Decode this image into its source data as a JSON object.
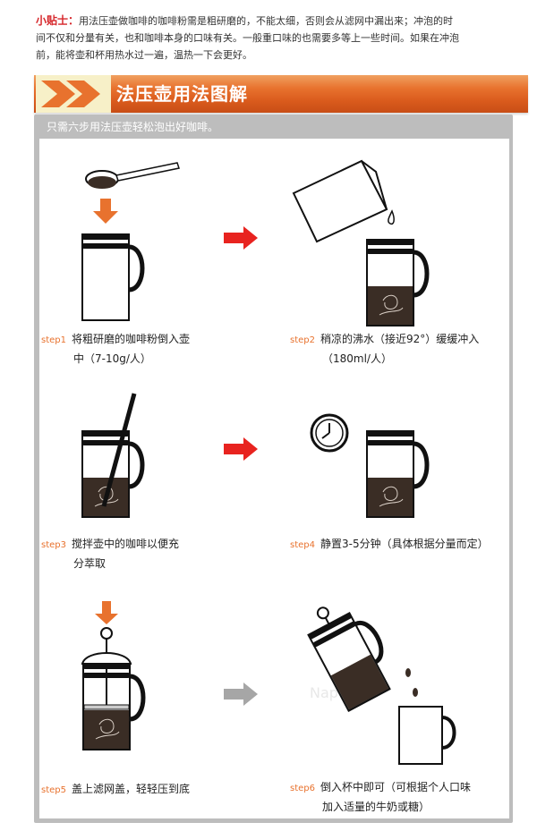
{
  "tip": {
    "label": "小贴士：",
    "line1": "用法压壶做咖啡的咖啡粉需是粗研磨的，不能太细，否则会从滤网中漏出来；冲泡的时",
    "line2": "间不仅和分量有关，也和咖啡本身的口味有关。一般重口味的也需要多等上一些时间。如果在冲泡",
    "line3": "前，能将壶和杯用热水过一遍，温热一下会更好。"
  },
  "banner": {
    "title": "法压壶用法图解"
  },
  "subtitle": "只需六步用法压壶轻松泡出好咖啡。",
  "steps": [
    {
      "tag": "step1",
      "line1": "将粗研磨的咖啡粉倒入壶",
      "line2": "中（7-10g/人）"
    },
    {
      "tag": "step2",
      "line1": "稍凉的沸水（接近92°）缓缓冲入",
      "line2": "（180ml/人）"
    },
    {
      "tag": "step3",
      "line1": "搅拌壶中的咖啡以便充",
      "line2": "分萃取"
    },
    {
      "tag": "step4",
      "line1": "静置3-5分钟（具体根据分量而定）",
      "line2": ""
    },
    {
      "tag": "step5",
      "line1": "盖上滤网盖，轻轻压到底",
      "line2": ""
    },
    {
      "tag": "step6",
      "line1": "倒入杯中即可（可根据个人口味",
      "line2": "加入适量的牛奶或糖）"
    }
  ],
  "watermark": "Nap",
  "colors": {
    "accent": "#e8722e",
    "arrow_red": "#e8231f",
    "arrow_gray": "#a6a6a6",
    "coffee": "#3a2d25"
  }
}
